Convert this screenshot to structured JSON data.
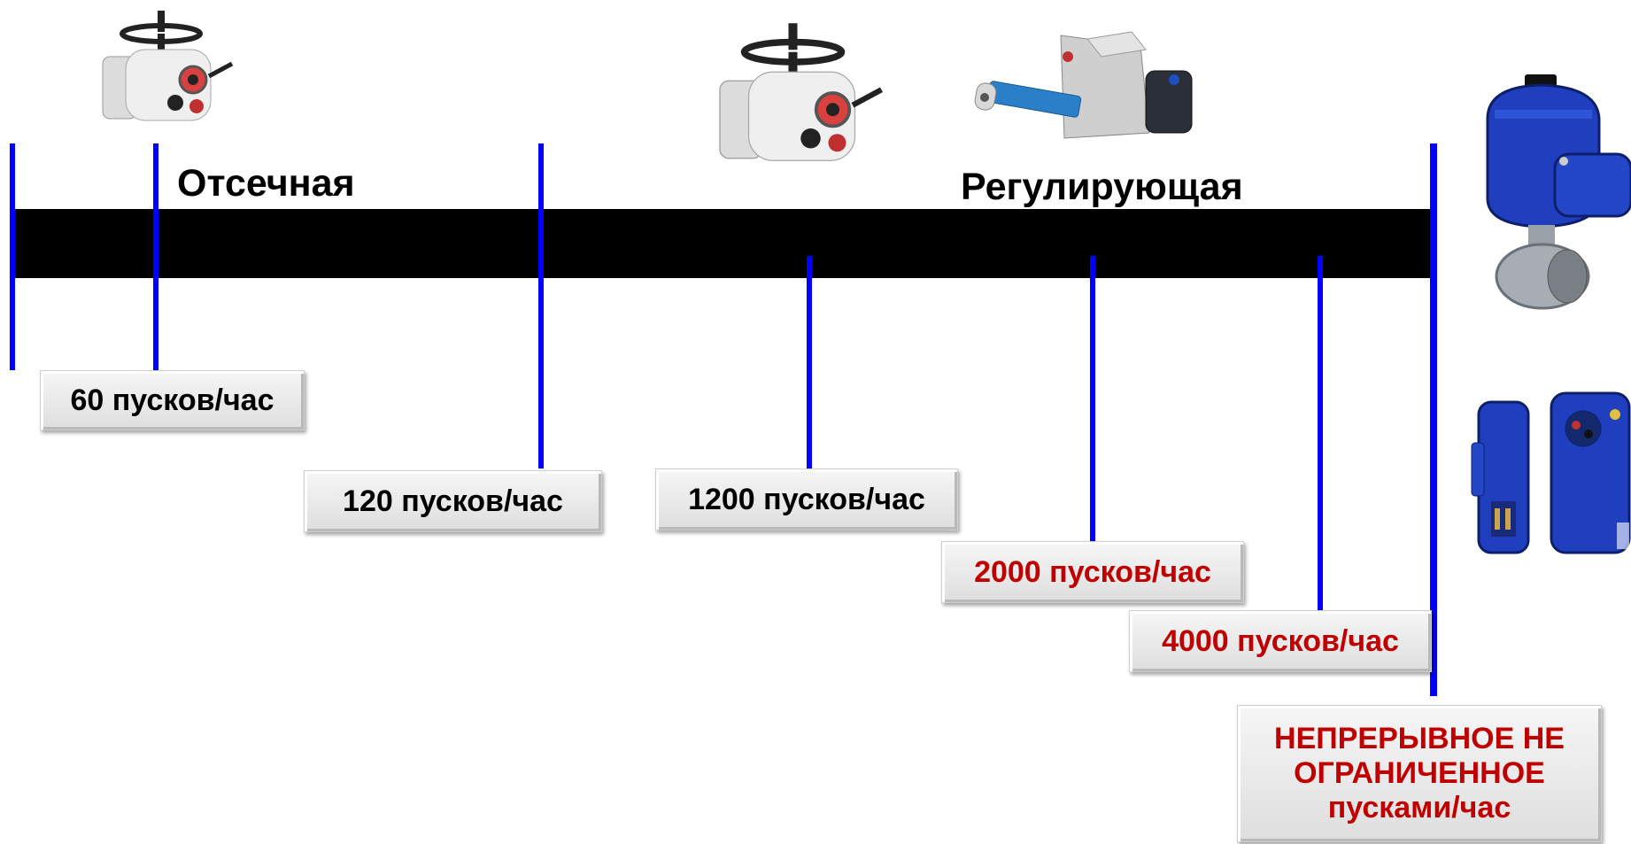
{
  "headings": {
    "shutoff": "Отсечная",
    "modulating": "Регулирующая"
  },
  "rates": [
    {
      "text": "60 пусков/час",
      "color": "black"
    },
    {
      "text": "120 пусков/час",
      "color": "black"
    },
    {
      "text": "1200 пусков/час",
      "color": "black"
    },
    {
      "text": "2000 пусков/час",
      "color": "red"
    },
    {
      "text": "4000 пусков/час",
      "color": "red"
    }
  ],
  "continuous": {
    "line1": "НЕПРЕРЫВНОЕ НЕ",
    "line2": "ОГРАНИЧЕННОЕ",
    "line3": "пусками/час"
  },
  "colors": {
    "bar": "#000000",
    "marker": "#0000ff",
    "red_text": "#c00000",
    "actuator_body": "#e8e8e8",
    "blue_actuator": "#1f3fbf",
    "linear_rod": "#2a7fc8"
  },
  "icons": [
    "multi-turn-actuator-icon",
    "multi-turn-actuator-icon",
    "linear-actuator-icon",
    "blue-quarter-turn-valve-actuator-icon",
    "blue-compact-actuator-pair-icon"
  ]
}
